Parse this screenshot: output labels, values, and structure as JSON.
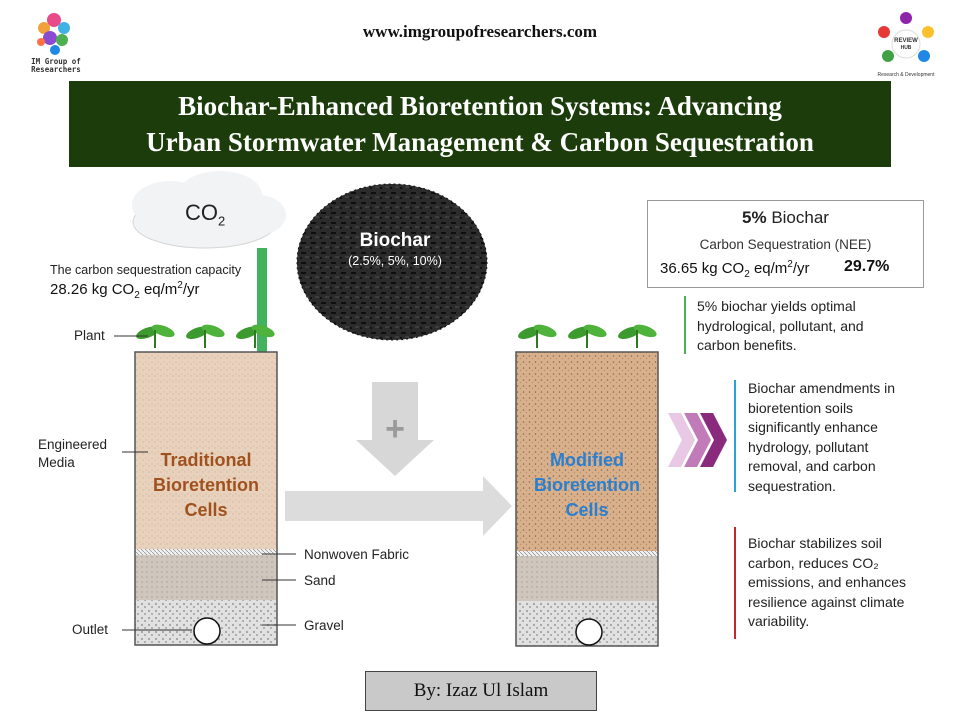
{
  "header": {
    "website": "www.imgroupofresearchers.com",
    "left_logo_text_line1": "IM Group of",
    "left_logo_text_line2": "Researchers",
    "right_logo_text_line1": "REVIEW",
    "right_logo_text_line2": "HUB",
    "right_logo_text_line3": "Research & Development"
  },
  "title": {
    "line1": "Biochar-Enhanced Bioretention Systems: Advancing",
    "line2": "Urban Stormwater Management & Carbon Sequestration"
  },
  "diagram": {
    "co2_label": "CO",
    "co2_sub": "2",
    "capacity_label": "The carbon sequestration capacity",
    "capacity_value": "28.26 kg CO",
    "capacity_value_sub": "2",
    "capacity_value_rest": " eq/m",
    "capacity_value_sup": "2",
    "capacity_value_end": "/yr",
    "biochar_label": "Biochar",
    "biochar_rates": "(2.5%, 5%, 10%)",
    "labels": {
      "plant": "Plant",
      "engineered_media_1": "Engineered",
      "engineered_media_2": "Media",
      "outlet": "Outlet",
      "nonwoven": "Nonwoven Fabric",
      "sand": "Sand",
      "gravel": "Gravel"
    },
    "traditional": [
      "Traditional",
      "Bioretention",
      "Cells"
    ],
    "modified": [
      "Modified",
      "Bioretention",
      "Cells"
    ],
    "plus": "+"
  },
  "info_box": {
    "title_pct": "5%",
    "title_word": " Biochar",
    "subtitle": "Carbon Sequestration   (NEE)",
    "value": "36.65 kg CO",
    "value_sub": "2",
    "value_rest": " eq/m",
    "value_sup": "2",
    "value_end": "/yr",
    "increase": "29.7%",
    "arrow_color": "#f0b400"
  },
  "notes": [
    {
      "lines": [
        "5% biochar yields optimal",
        "hydrological, pollutant, and",
        "carbon benefits."
      ],
      "color": "#4caf50"
    },
    {
      "lines": [
        "Biochar amendments in",
        "bioretention soils",
        "significantly enhance",
        "hydrology, pollutant",
        "removal, and carbon",
        "sequestration."
      ],
      "color": "#29a3d6"
    },
    {
      "lines": [
        "Biochar stabilizes soil",
        "carbon, reduces CO₂",
        "emissions, and enhances",
        "resilience against climate",
        "variability."
      ],
      "color": "#c62828"
    }
  ],
  "author": "By: Izaz Ul Islam",
  "colors": {
    "title_bg": "#1c3d0b",
    "traditional_text": "#a0521e",
    "modified_text": "#2a7fd0",
    "green_arrow": "#2eaa4c",
    "chevron": "#8a2a7c"
  }
}
